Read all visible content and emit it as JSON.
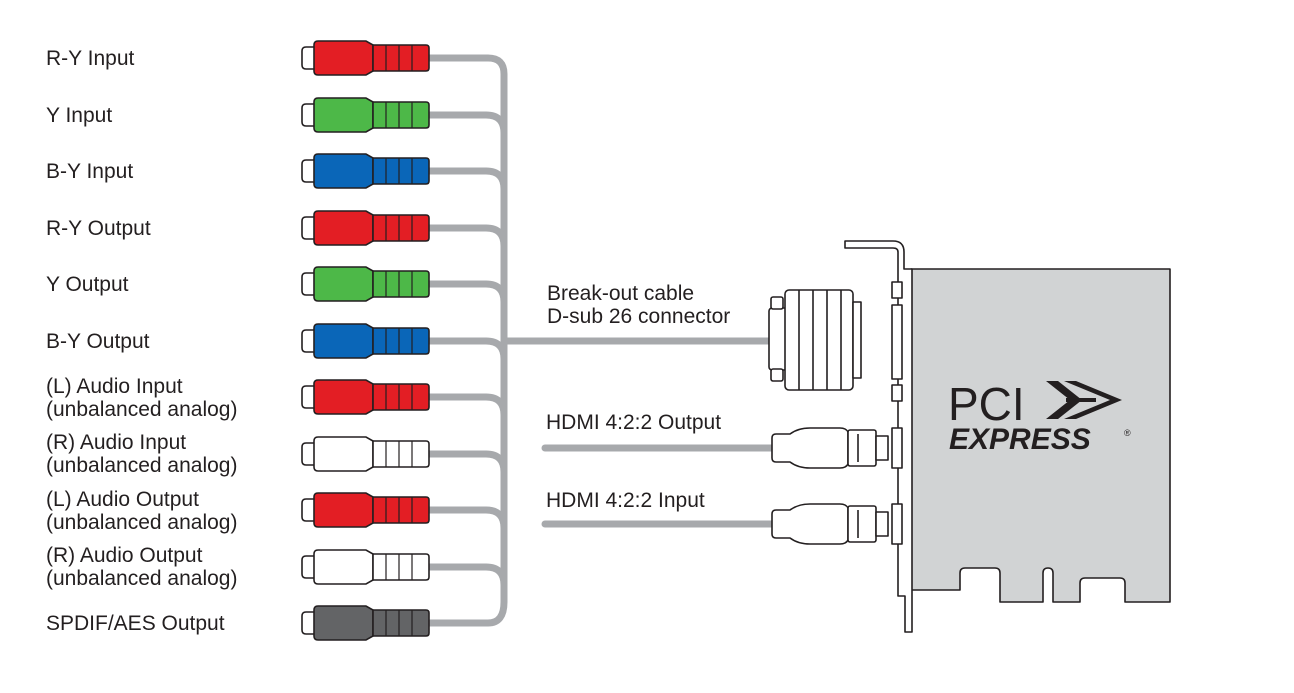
{
  "connectors": [
    {
      "label_line1": "R-Y Input",
      "label_line2": "",
      "color": "#e31e24"
    },
    {
      "label_line1": "Y Input",
      "label_line2": "",
      "color": "#4db848"
    },
    {
      "label_line1": "B-Y Input",
      "label_line2": "",
      "color": "#0a66b8"
    },
    {
      "label_line1": "R-Y Output",
      "label_line2": "",
      "color": "#e31e24"
    },
    {
      "label_line1": "Y Output",
      "label_line2": "",
      "color": "#4db848"
    },
    {
      "label_line1": "B-Y Output",
      "label_line2": "",
      "color": "#0a66b8"
    },
    {
      "label_line1": "(L) Audio Input",
      "label_line2": "(unbalanced analog)",
      "color": "#e31e24"
    },
    {
      "label_line1": "(R) Audio Input",
      "label_line2": "(unbalanced analog)",
      "color": "#ffffff"
    },
    {
      "label_line1": "(L) Audio Output",
      "label_line2": "(unbalanced analog)",
      "color": "#e31e24"
    },
    {
      "label_line1": "(R) Audio Output",
      "label_line2": "(unbalanced analog)",
      "color": "#ffffff"
    },
    {
      "label_line1": "SPDIF/AES Output",
      "label_line2": "",
      "color": "#636466"
    }
  ],
  "breakout": {
    "line1": "Break-out cable",
    "line2": "D-sub 26 connector"
  },
  "hdmi_output": {
    "label": "HDMI 4:2:2 Output"
  },
  "hdmi_input": {
    "label": "HDMI 4:2:2 Input"
  },
  "pcie_logo": {
    "top": "PCI",
    "bottom": "EXPRESS",
    "mark": "®"
  },
  "colors": {
    "cable": "#a7a9ac",
    "outline": "#231f20",
    "card": "#d1d3d4"
  }
}
